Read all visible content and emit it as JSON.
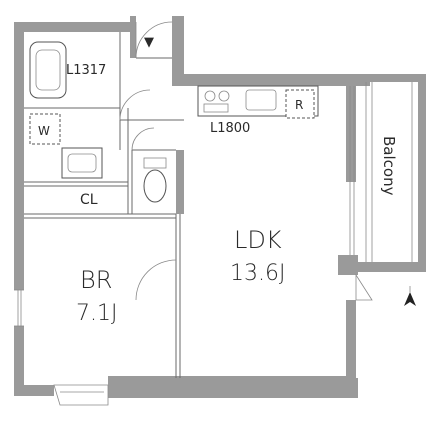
{
  "labels": {
    "bath": "L1317",
    "washer": "W",
    "kitchen": "L1800",
    "fridge": "R",
    "closet": "CL",
    "ldk_name": "LDK",
    "ldk_size": "13.6J",
    "br_name": "BR",
    "br_size": "7.1J",
    "balcony": "Balcony",
    "entrance_arrow": "▼"
  },
  "colors": {
    "wall": "#9a9a9a",
    "line": "#6a6a6a",
    "text": "#2a2a2a"
  },
  "icons": {
    "north": "north-arrow-icon"
  }
}
